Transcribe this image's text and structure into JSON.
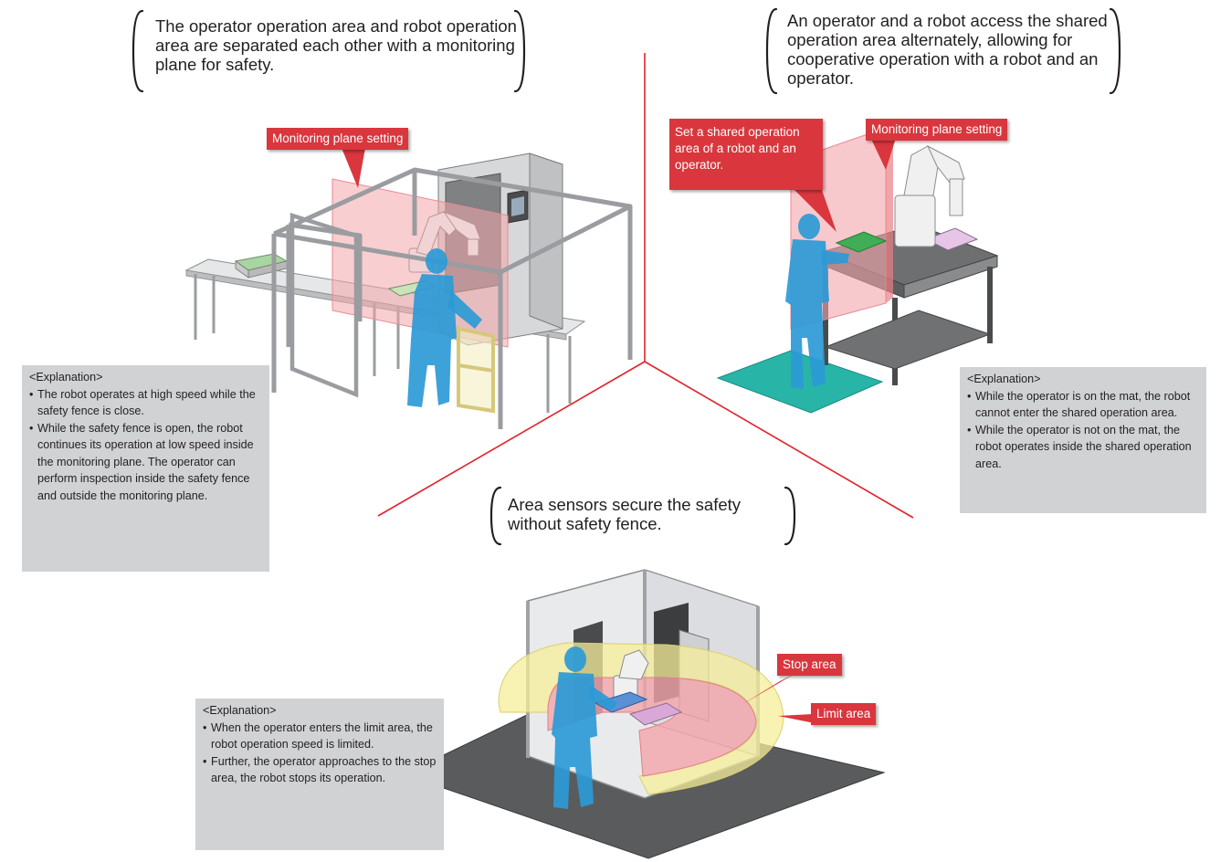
{
  "captions": {
    "left": "The operator operation area and robot operation area are separated each other with a monitoring plane for safety.",
    "right": "An operator and a robot access the shared operation area alternately, allowing for cooperative operation with a robot and an operator.",
    "bottom": "Area sensors secure the safety without safety fence."
  },
  "callouts": {
    "left_monitoring": "Monitoring plane setting",
    "right_shared": "Set a shared operation area of a robot and an operator.",
    "right_monitoring": "Monitoring plane setting",
    "stop_area": "Stop area",
    "limit_area": "Limit area"
  },
  "explanations": {
    "left": {
      "heading": "<Explanation>",
      "items": [
        "The robot operates at high speed while the safety fence is close.",
        "While the safety fence is open, the robot continues its operation at low speed inside the monitoring plane. The operator can perform inspection inside the safety fence and outside the monitoring plane."
      ]
    },
    "right": {
      "heading": "<Explanation>",
      "items": [
        "While the operator is on the mat, the robot cannot enter the shared operation area.",
        "While the operator is not on the mat, the robot operates inside the shared operation area."
      ]
    },
    "bottom": {
      "heading": "<Explanation>",
      "items": [
        "When the operator enters the limit area, the robot operation speed is limited.",
        "Further, the operator approaches to the stop area, the robot stops its operation."
      ]
    }
  },
  "colors": {
    "divider": "#e2232b",
    "callout_red": "#d9363e",
    "explanation_gray": "#d1d2d4",
    "operator_blue": "#2b9ad6",
    "monitor_plane": "#f3a5aa",
    "limit_area_yellow": "#f6ee9a",
    "mat_teal": "#28b5a8"
  }
}
